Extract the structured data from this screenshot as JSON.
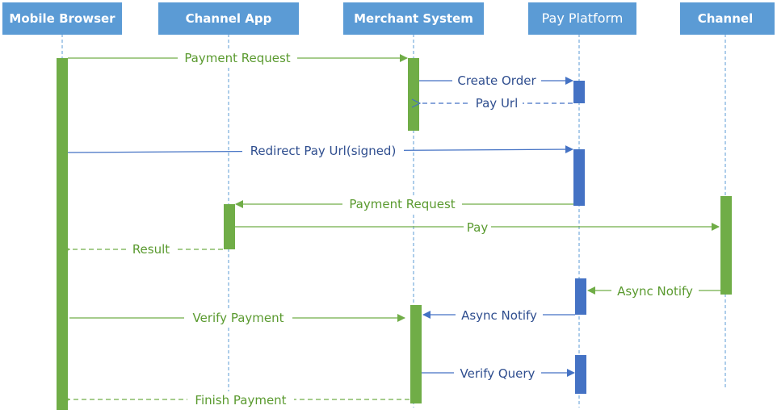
{
  "colors": {
    "header": "#5b9bd5",
    "green": "#70ad47",
    "blue": "#4472c4",
    "lifeline": "#5b9bd5"
  },
  "participants": [
    {
      "id": "mobile",
      "label": "Mobile Browser"
    },
    {
      "id": "channelapp",
      "label": "Channel App"
    },
    {
      "id": "merchant",
      "label": "Merchant System"
    },
    {
      "id": "pay",
      "label": "Pay Platform"
    },
    {
      "id": "channel",
      "label": "Channel"
    }
  ],
  "messages": [
    {
      "id": "m1",
      "from": "mobile",
      "to": "merchant",
      "label": "Payment Request",
      "style": "solid",
      "color": "green"
    },
    {
      "id": "m2",
      "from": "merchant",
      "to": "pay",
      "label": "Create Order",
      "style": "solid",
      "color": "blue"
    },
    {
      "id": "m3",
      "from": "pay",
      "to": "merchant",
      "label": "Pay Url",
      "style": "dashed",
      "color": "blue"
    },
    {
      "id": "m4",
      "from": "mobile",
      "to": "pay",
      "label": "Redirect Pay Url(signed)",
      "style": "solid",
      "color": "blue"
    },
    {
      "id": "m5",
      "from": "pay",
      "to": "channelapp",
      "label": "Payment Request",
      "style": "solid",
      "color": "green"
    },
    {
      "id": "m6",
      "from": "channelapp",
      "to": "channel",
      "label": "Pay",
      "style": "solid",
      "color": "green"
    },
    {
      "id": "m7",
      "from": "channelapp",
      "to": "mobile",
      "label": "Result",
      "style": "dashed",
      "color": "green"
    },
    {
      "id": "m8",
      "from": "channel",
      "to": "pay",
      "label": "Async Notify",
      "style": "solid",
      "color": "green"
    },
    {
      "id": "m9",
      "from": "pay",
      "to": "merchant",
      "label": "Async Notify",
      "style": "solid",
      "color": "blue"
    },
    {
      "id": "m10",
      "from": "mobile",
      "to": "merchant",
      "label": "Verify Payment",
      "style": "solid",
      "color": "green"
    },
    {
      "id": "m11",
      "from": "merchant",
      "to": "pay",
      "label": "Verify Query",
      "style": "solid",
      "color": "blue"
    },
    {
      "id": "m12",
      "from": "merchant",
      "to": "mobile",
      "label": "Finish Payment",
      "style": "dashed",
      "color": "green"
    }
  ]
}
